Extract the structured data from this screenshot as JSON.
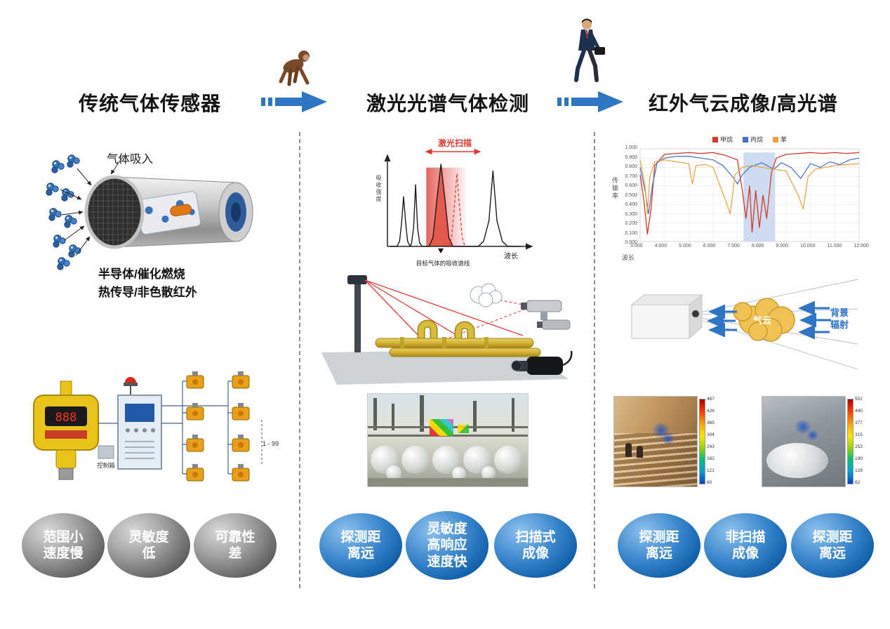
{
  "header": {
    "titles": [
      {
        "label": "传统气体传感器"
      },
      {
        "label": "激光光谱气体检测"
      },
      {
        "label": "红外气云成像/高光谱"
      }
    ],
    "arrow_color": "#2e75c6"
  },
  "traditional": {
    "gas_intake_label": "气体吸入",
    "principle_lines": [
      "半导体/催化燃烧",
      "热传导/非色散红外"
    ],
    "wiring": {
      "count_label": "1 - 99",
      "controller_label": "控制箱"
    },
    "drawbacks": [
      {
        "lines": [
          "范围小",
          "速度慢"
        ]
      },
      {
        "lines": [
          "灵敏度",
          "低"
        ]
      },
      {
        "lines": [
          "可靠性",
          "差"
        ]
      }
    ]
  },
  "laser": {
    "advantages": [
      {
        "lines": [
          "探测距",
          "离远"
        ]
      },
      {
        "lines": [
          "灵敏度",
          "高响应",
          "速度快"
        ]
      },
      {
        "lines": [
          "扫描式",
          "成像"
        ]
      }
    ]
  },
  "infrared": {
    "scene": {
      "cloud_label": "气云",
      "radiation_lines": [
        "背景",
        "辐射"
      ]
    },
    "thermal_left_scale": [
      "487",
      "426",
      "365",
      "304",
      "243",
      "182",
      "121",
      "60"
    ],
    "thermal_right_scale": [
      "502",
      "440",
      "377",
      "315",
      "253",
      "190",
      "128",
      "62"
    ],
    "advantages": [
      {
        "lines": [
          "探测距",
          "离远"
        ]
      },
      {
        "lines": [
          "非扫描",
          "成像"
        ]
      },
      {
        "lines": [
          "探测距",
          "离远"
        ]
      }
    ]
  },
  "chart_data": [
    {
      "id": "laser-absorption-spectrum",
      "type": "line",
      "title": "激光扫描",
      "xlabel": "波长",
      "ylabel": "吸收强度",
      "annotation": "目标气体的吸收谱线",
      "xlim": [
        0,
        100
      ],
      "ylim": [
        0,
        100
      ],
      "grid": false,
      "scan_band_x": [
        27,
        57
      ],
      "series": [
        {
          "name": "激光扫描带",
          "color": "none",
          "fill": "url(#redBandGrad)",
          "points": [
            [
              27,
              0
            ],
            [
              27,
              92
            ],
            [
              57,
              92
            ],
            [
              57,
              0
            ]
          ]
        },
        {
          "name": "目标吸收峰",
          "color": "#b42c20",
          "width": 1,
          "fill": "#e4584e",
          "points": [
            [
              29,
              0
            ],
            [
              32,
              10
            ],
            [
              35,
              55
            ],
            [
              38,
              96
            ],
            [
              41,
              55
            ],
            [
              44,
              10
            ],
            [
              47,
              0
            ]
          ]
        },
        {
          "name": "吸收谱线",
          "color": "#1c1c1c",
          "width": 1.4,
          "fill": "none",
          "points": [
            [
              0,
              0
            ],
            [
              5,
              0
            ],
            [
              7,
              6
            ],
            [
              8.5,
              28
            ],
            [
              10,
              58
            ],
            [
              11.5,
              28
            ],
            [
              13,
              6
            ],
            [
              15,
              0
            ],
            [
              16,
              4
            ],
            [
              17.5,
              22
            ],
            [
              19,
              72
            ],
            [
              20.5,
              22
            ],
            [
              22,
              4
            ],
            [
              24,
              0
            ],
            [
              29,
              0
            ],
            [
              32,
              10
            ],
            [
              35,
              55
            ],
            [
              38,
              96
            ],
            [
              41,
              55
            ],
            [
              44,
              10
            ],
            [
              47,
              0
            ],
            [
              66,
              0
            ],
            [
              70,
              6
            ],
            [
              74,
              30
            ],
            [
              77,
              88
            ],
            [
              80,
              30
            ],
            [
              84,
              6
            ],
            [
              88,
              0
            ],
            [
              98,
              0
            ]
          ]
        },
        {
          "name": "可调谐激光峰",
          "color": "#e03830",
          "width": 1.3,
          "dash": "4 3",
          "fill": "none",
          "points": [
            [
              44,
              0
            ],
            [
              46,
              10
            ],
            [
              48,
              45
            ],
            [
              50,
              85
            ],
            [
              52,
              45
            ],
            [
              54,
              10
            ],
            [
              56,
              0
            ]
          ]
        }
      ]
    },
    {
      "id": "gas-transmission-spectra",
      "type": "line",
      "title": "",
      "xlabel": "波长",
      "ylabel": "传输率",
      "xlim": [
        3,
        12
      ],
      "ylim": [
        0,
        1
      ],
      "grid": true,
      "legend_position": "top",
      "legend": [
        {
          "name": "甲烷",
          "color": "#d43a2a"
        },
        {
          "name": "丙烷",
          "color": "#4472c4"
        },
        {
          "name": "苯",
          "color": "#e8a33d"
        }
      ],
      "x_ticks": [
        "3.000",
        "4.000",
        "5.000",
        "6.000",
        "7.000",
        "8.000",
        "9.000",
        "10.000",
        "11.000",
        "12.000"
      ],
      "y_ticks": [
        "1.000",
        "0.900",
        "0.800",
        "0.700",
        "0.600",
        "0.500",
        "0.400",
        "0.300",
        "0.200",
        "0.100",
        "0.000"
      ],
      "band_series": [
        {
          "name": "红外吸收波段",
          "color": "none",
          "fill": "#cddcf0",
          "points": [
            [
              7.25,
              0
            ],
            [
              7.25,
              0.96
            ],
            [
              8.55,
              0.96
            ],
            [
              8.55,
              0
            ]
          ]
        }
      ],
      "series": [
        {
          "name": "甲烷",
          "color": "#d43a2a",
          "width": 1.3,
          "fill": "none",
          "points": [
            [
              3,
              0.72
            ],
            [
              3.15,
              0.45
            ],
            [
              3.3,
              0.08
            ],
            [
              3.45,
              0.35
            ],
            [
              3.6,
              0.82
            ],
            [
              4,
              0.94
            ],
            [
              4.5,
              0.95
            ],
            [
              5,
              0.96
            ],
            [
              5.5,
              0.95
            ],
            [
              6,
              0.96
            ],
            [
              6.5,
              0.93
            ],
            [
              7,
              0.88
            ],
            [
              7.2,
              0.55
            ],
            [
              7.35,
              0.25
            ],
            [
              7.5,
              0.6
            ],
            [
              7.6,
              0.1
            ],
            [
              7.75,
              0.55
            ],
            [
              7.9,
              0.15
            ],
            [
              8.05,
              0.5
            ],
            [
              8.2,
              0.25
            ],
            [
              8.4,
              0.75
            ],
            [
              8.6,
              0.9
            ],
            [
              9,
              0.94
            ],
            [
              9.5,
              0.95
            ],
            [
              10,
              0.96
            ],
            [
              10.5,
              0.95
            ],
            [
              11,
              0.96
            ],
            [
              11.5,
              0.95
            ],
            [
              12,
              0.96
            ]
          ]
        },
        {
          "name": "丙烷",
          "color": "#4472c4",
          "width": 1.2,
          "fill": "none",
          "points": [
            [
              3,
              0.8
            ],
            [
              3.2,
              0.55
            ],
            [
              3.35,
              0.3
            ],
            [
              3.5,
              0.6
            ],
            [
              3.7,
              0.85
            ],
            [
              4,
              0.9
            ],
            [
              4.5,
              0.92
            ],
            [
              5,
              0.92
            ],
            [
              5.5,
              0.9
            ],
            [
              6,
              0.88
            ],
            [
              6.4,
              0.82
            ],
            [
              6.8,
              0.7
            ],
            [
              7,
              0.62
            ],
            [
              7.2,
              0.72
            ],
            [
              7.5,
              0.8
            ],
            [
              8,
              0.85
            ],
            [
              8.5,
              0.78
            ],
            [
              8.8,
              0.85
            ],
            [
              9.2,
              0.8
            ],
            [
              9.6,
              0.68
            ],
            [
              10,
              0.84
            ],
            [
              10.4,
              0.8
            ],
            [
              10.8,
              0.86
            ],
            [
              11.2,
              0.83
            ],
            [
              11.6,
              0.88
            ],
            [
              12,
              0.9
            ]
          ]
        },
        {
          "name": "苯",
          "color": "#e8a33d",
          "width": 1.2,
          "fill": "none",
          "points": [
            [
              3,
              0.88
            ],
            [
              3.2,
              0.6
            ],
            [
              3.3,
              0.3
            ],
            [
              3.4,
              0.7
            ],
            [
              3.6,
              0.86
            ],
            [
              4,
              0.88
            ],
            [
              4.5,
              0.86
            ],
            [
              5,
              0.84
            ],
            [
              5.15,
              0.62
            ],
            [
              5.3,
              0.82
            ],
            [
              5.7,
              0.83
            ],
            [
              6,
              0.8
            ],
            [
              6.5,
              0.45
            ],
            [
              6.7,
              0.3
            ],
            [
              6.9,
              0.72
            ],
            [
              7.2,
              0.8
            ],
            [
              7.6,
              0.82
            ],
            [
              8,
              0.8
            ],
            [
              8.5,
              0.78
            ],
            [
              9,
              0.76
            ],
            [
              9.5,
              0.5
            ],
            [
              9.7,
              0.35
            ],
            [
              9.9,
              0.7
            ],
            [
              10.2,
              0.78
            ],
            [
              10.6,
              0.8
            ],
            [
              11,
              0.82
            ],
            [
              11.5,
              0.83
            ],
            [
              12,
              0.84
            ]
          ]
        }
      ]
    }
  ]
}
